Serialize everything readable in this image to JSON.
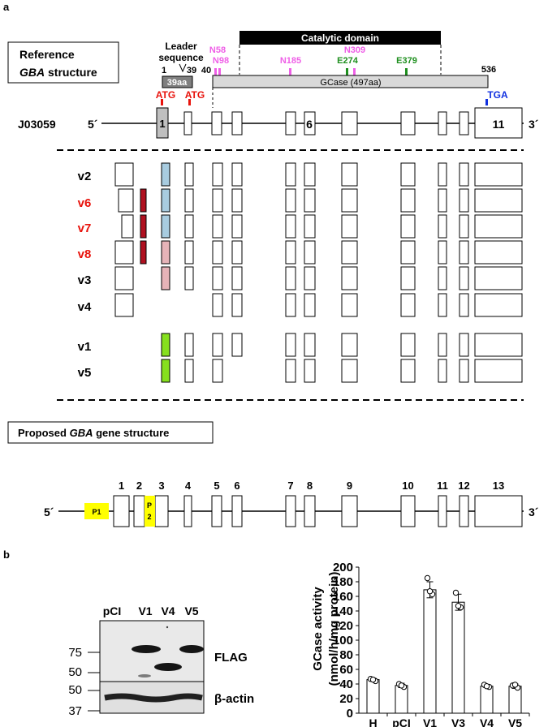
{
  "panel_a": {
    "letter": "a",
    "reference_box": {
      "line1": "Reference",
      "line2_italic": "GBA",
      "line2_rest": " structure"
    },
    "leader": {
      "line1": "Leader",
      "line2": "sequence",
      "pos1": "1",
      "pos39": "39",
      "pos40": "40",
      "aa_box": "39aa",
      "atg1": "ATG",
      "atg2": "ATG"
    },
    "catalytic_domain": "Catalytic domain",
    "gcase_bar": "GCase (497aa)",
    "pos536": "536",
    "tga": "TGA",
    "glycosylation_sites": [
      "N58",
      "N98",
      "N185",
      "N309"
    ],
    "active_sites": [
      "E274",
      "E379"
    ],
    "reference_track": {
      "id": "J03059",
      "five": "5´",
      "three": "3´",
      "exon_labels": [
        "1",
        "6",
        "11"
      ]
    },
    "variants": [
      "v2",
      "v6",
      "v7",
      "v8",
      "v3",
      "v4",
      "v1",
      "v5"
    ],
    "variant_colors": {
      "black": "#000000",
      "red": "#e8130c"
    },
    "exon_colors": {
      "dark_red": "#b01020",
      "light_blue": "#a8cce0",
      "pink": "#e6b3b8",
      "green": "#86e01e",
      "grey": "#bfbfbf",
      "yellow": "#ffff00"
    },
    "proposed_box": {
      "pre": "Proposed ",
      "italic": "GBA",
      "post": " gene structure"
    },
    "proposed_track": {
      "five": "5´",
      "three": "3´",
      "exon_numbers": [
        "1",
        "2",
        "3",
        "4",
        "5",
        "6",
        "7",
        "8",
        "9",
        "10",
        "11",
        "12",
        "13"
      ],
      "p1": "P1",
      "p2_top": "P",
      "p2_bottom": "2"
    }
  },
  "panel_b": {
    "letter": "b",
    "blot": {
      "lanes": [
        "pCI",
        "V1",
        "V4",
        "V5"
      ],
      "mw_markers_top": [
        "75",
        "50"
      ],
      "mw_markers_bottom": [
        "50",
        "37"
      ],
      "labels": [
        "FLAG",
        "β-actin"
      ]
    },
    "chart_data": {
      "type": "bar",
      "categories": [
        "H",
        "pCI",
        "V1",
        "V3",
        "V4",
        "V5"
      ],
      "values": [
        46,
        38,
        169,
        152,
        37,
        37
      ],
      "errors": [
        2,
        3,
        11,
        11,
        2,
        3
      ],
      "points": [
        [
          47,
          44,
          46
        ],
        [
          40,
          36,
          38
        ],
        [
          185,
          163,
          167
        ],
        [
          165,
          145,
          147
        ],
        [
          39,
          36,
          37
        ],
        [
          38,
          35,
          39
        ]
      ],
      "ylabel_line1": "GCase activity",
      "ylabel_line2": "(nmol/h/mg protein)",
      "ylim": [
        0,
        200
      ],
      "yticks": [
        "0",
        "20",
        "40",
        "60",
        "80",
        "100",
        "120",
        "140",
        "160",
        "180",
        "200"
      ],
      "grid": false
    }
  }
}
